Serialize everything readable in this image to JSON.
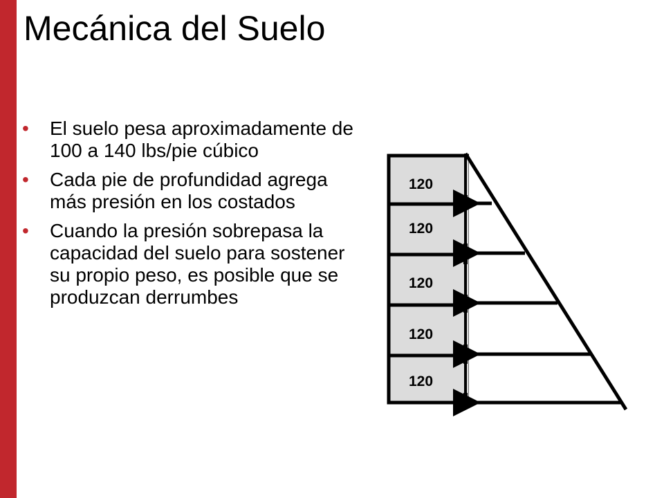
{
  "slide": {
    "title": "Mecánica del Suelo",
    "bullet_glyph": "•",
    "bullets": [
      "El suelo pesa aproximadamente de 100 a 140 lbs/pie cúbico",
      "Cada pie de profundidad agrega más presión en los costados",
      "Cuando la presión sobrepasa la capacidad del suelo para sostener su propio peso, es posible que se produzcan derrumbes"
    ]
  },
  "diagram": {
    "layer_labels": [
      "120",
      "120",
      "120",
      "120",
      "120"
    ]
  },
  "colors": {
    "accent": "#c1272d",
    "soil_fill": "#dcdcdc",
    "line": "#000000"
  }
}
